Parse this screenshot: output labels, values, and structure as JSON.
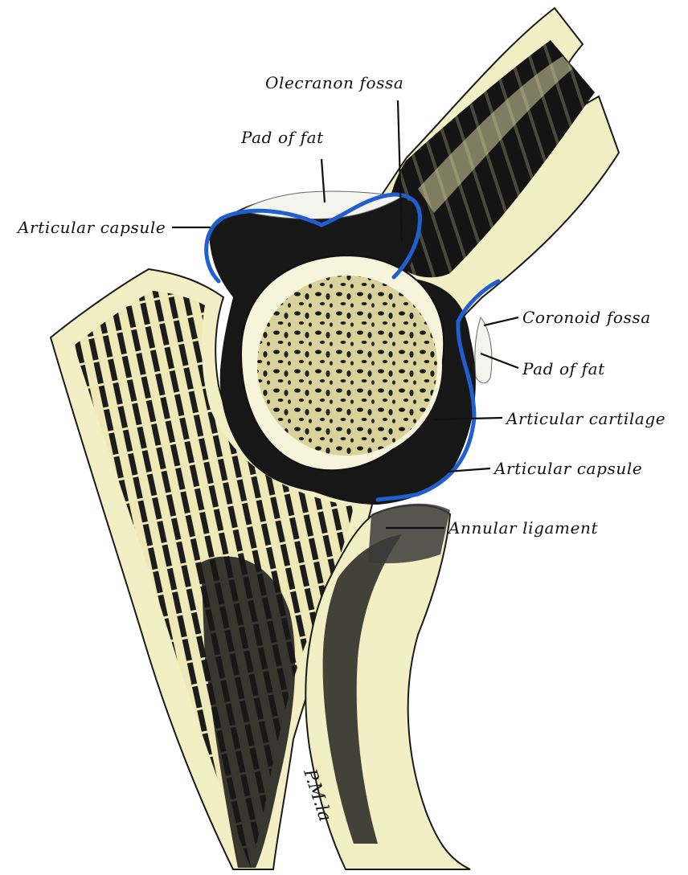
{
  "labels": {
    "olecranon_fossa": "Olecranon fossa",
    "pad_of_fat_top": "Pad of fat",
    "articular_capsule_left": "Articular capsule",
    "coronoid_fossa": "Coronoid fossa",
    "pad_of_fat_right": "Pad of fat",
    "articular_cartilage": "Articular cartilage",
    "articular_capsule_right": "Articular capsule",
    "annular_ligament": "Annular ligament"
  },
  "signature": "P.M.la",
  "colors": {
    "bone": "#f3efc4",
    "marrow": "#d9d39b",
    "dark": "#171717",
    "capsule": "#1f5fd0",
    "background": "#ffffff"
  }
}
